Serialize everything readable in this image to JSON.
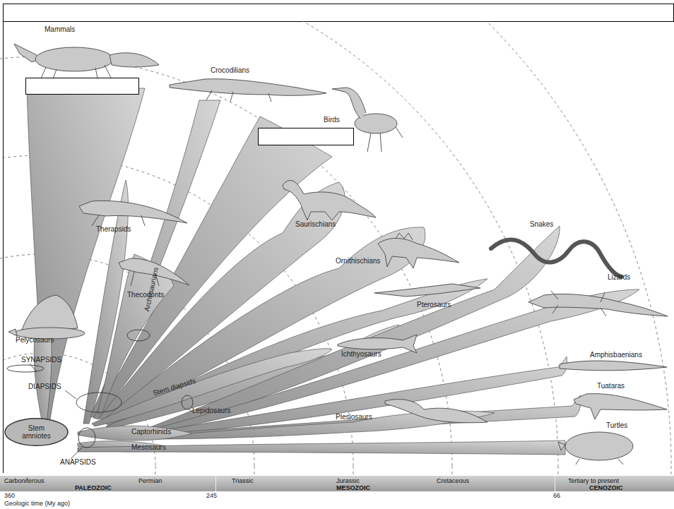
{
  "diagram": {
    "nodes": [
      {
        "text": [
          "Stem amniotes"
        ]
      },
      {
        "text": [
          "Carboniferous",
          "Permian",
          "PALEOZOIC"
        ]
      },
      {
        "text": [
          "Triassic",
          "Jurassic",
          "Cretaceous",
          "MESOZOIC"
        ]
      },
      {
        "text": [
          "Tertiary to present",
          "CENOZOIC"
        ]
      }
    ],
    "labels": [
      "Mammals",
      "Crocodilians",
      "Birds",
      "Therapsids",
      "Saurischians",
      "Snakes",
      "Ornithischians",
      "Lizards",
      "Thecodonts",
      "Archosaurians",
      "Pterosaurs",
      "Pelycosaurs",
      "Ichthyosaurs",
      "Amphisbaenians",
      "SYNAPSIDS",
      "Tuataras",
      "DIAPSIDS",
      "Stem diapsids",
      "Lepidosaurs",
      "Plesiosaurs",
      "Turtles",
      "Captorhinids",
      "Mesosaurs",
      "ANAPSIDS",
      "360",
      "245",
      "66",
      "Geologic time (My ago)"
    ]
  }
}
